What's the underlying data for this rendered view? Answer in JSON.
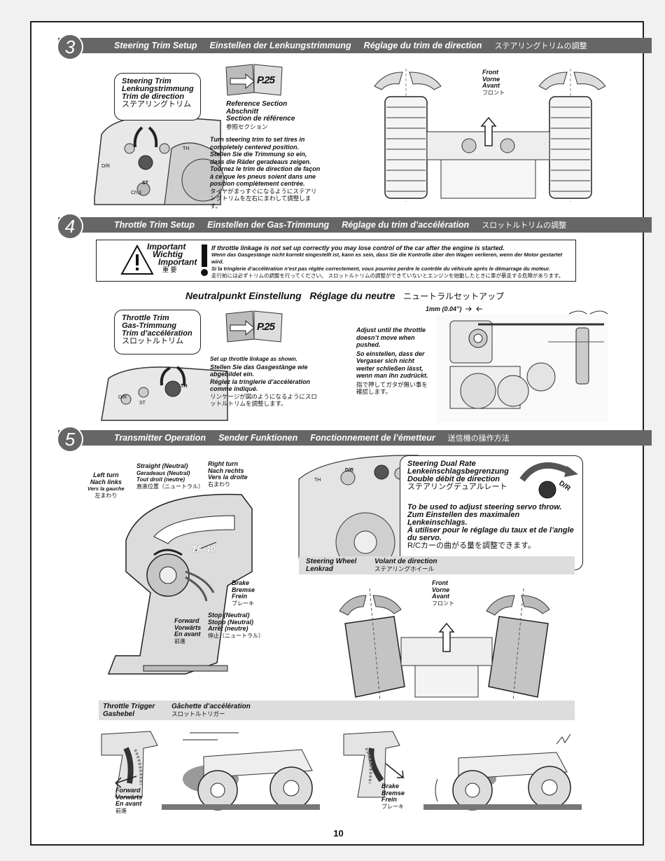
{
  "page_number": "10",
  "section3": {
    "number": "3",
    "titles": [
      "Steering Trim Setup",
      "Einstellen der Lenkungstrimmung",
      "Réglage du trim de direction",
      "ステアリングトリムの調整"
    ],
    "callout": [
      "Steering Trim",
      "Lenkungstrimmung",
      "Trim de direction",
      "ステアリングトリム"
    ],
    "ref_page": "P.25",
    "ref_section": [
      "Reference Section",
      "Abschnitt",
      "Section de référence",
      "参照セクション"
    ],
    "instructions": {
      "en": "Turn steering trim to set tires in completely centered position.",
      "de": "Stellen Sie die Trimmung so ein, dass die Räder geradeaus zeigen.",
      "fr": "Tournez le trim de direction de façon à ce que les pneus soient dans une position complètement centrée.",
      "ja": "タイヤがまっすぐになるようにステアリングトリムを左右にまわして調整します。"
    },
    "front_label": [
      "Front",
      "Vorne",
      "Avant",
      "フロント"
    ],
    "tx_labels": {
      "st": "ST",
      "th": "TH",
      "dr": "D/R",
      "ch3": "Ch.3"
    }
  },
  "section4": {
    "number": "4",
    "titles": [
      "Throttle Trim Setup",
      "Einstellen der Gas-Trimmung",
      "Réglage du trim d’accélération",
      "スロットルトリムの調整"
    ],
    "important_label": [
      "Important",
      "Wichtig",
      "Important",
      "重 要"
    ],
    "important_text": {
      "en": "If throttle linkage is not set up correctly you may lose control of the car after the engine is started.",
      "de": "Wenn das Gasgestänge nicht korrekt eingestellt ist, kann es sein, dass Sie die Kontrolle über den Wagen verlieren, wenn der Motor gestartet wird.",
      "fr": "Si la tringlerie d’accélération n’est pas réglée correctement, vous pourriez perdre le contrôle du véhicule après le démarrage du moteur.",
      "ja": "走行前には必ずトリムの調整を行ってください。 スロットルトリムの調整ができていないとエンジンを始動したときに車が暴走する危険があります。"
    },
    "neutral_heading": [
      "Neutralpunkt Einstellung",
      "Réglage du neutre",
      "ニュートラルセットアップ"
    ],
    "callout": [
      "Throttle Trim",
      "Gas-Trimmung",
      "Trim d’accélération",
      "スロットルトリム"
    ],
    "ref_page": "P.25",
    "instructions": {
      "en": "Set up throttle linkage as shown.",
      "de": "Stellen Sie das Gasgestänge wie abgebildet ein.",
      "fr": "Réglez la tringlerie d’accélération comme indiqué.",
      "ja": "リンケージが図のようになるようにスロットルトリムを調整します。"
    },
    "adjust_note": {
      "en": "Adjust until the throttle doesn’t move when pushed.",
      "de": "So einstellen, dass der Vergaser sich nicht weiter schließen lässt, wenn man ihn zudrückt.",
      "ja": "指で押してガタが無い事を確認します。"
    },
    "gap_label": "1mm (0.04”)",
    "tx_labels": {
      "st": "ST",
      "th": "TH",
      "dr": "D/R"
    }
  },
  "section5": {
    "number": "5",
    "titles": [
      "Transmitter Operation",
      "Sender Funktionen",
      "Fonctionnement de l’émetteur",
      "送信機の操作方法"
    ],
    "left_turn": [
      "Left turn",
      "Nach links",
      "Vers la gauche",
      "左まわり"
    ],
    "straight": [
      "Straight (Neutral)",
      "Geradeaus (Neutral)",
      "Tout droit (neutre)",
      "直進位置（ニュートラル）"
    ],
    "right_turn": [
      "Right turn",
      "Nach rechts",
      "Vers la droite",
      "右まわり"
    ],
    "brake": [
      "Brake",
      "Bremse",
      "Frein",
      "ブレーキ"
    ],
    "forward": [
      "Forward",
      "Vorwärts",
      "En avant",
      "前進"
    ],
    "stop": [
      "Stop (Neutral)",
      "Stopp (Neutral)",
      "Arrêt (neutre)",
      "停止（ニュートラル）"
    ],
    "tx_model": "TF-40",
    "dual_rate": {
      "title": [
        "Steering Dual Rate",
        "Lenkeinschlagsbegrenzung",
        "Double débit de direction",
        "ステアリングデュアルレート"
      ],
      "desc": {
        "en": "To be used to adjust steering servo throw.",
        "de": "Zum Einstellen des maximalen Lenkeinschlags.",
        "fr": "À utiliser pour le réglage du taux et de l’angle du servo.",
        "ja": "R/Cカーの曲がる量を調整できます。"
      },
      "knob_label": "D/R",
      "th_label": "TH"
    },
    "steering_wheel_bar": [
      "Steering Wheel",
      "Lenkrad",
      "Volant de direction",
      "ステアリングホイール"
    ],
    "front_label": [
      "Front",
      "Vorne",
      "Avant",
      "フロント"
    ],
    "throttle_trigger_bar": [
      "Throttle Trigger",
      "Gashebel",
      "Gâchette d’accélération",
      "スロットルトリガー"
    ],
    "forward_bottom": [
      "Forward",
      "Vorwärts",
      "En avant",
      "前進"
    ],
    "brake_bottom": [
      "Brake",
      "Bremse",
      "Frein",
      "ブレーキ"
    ]
  }
}
